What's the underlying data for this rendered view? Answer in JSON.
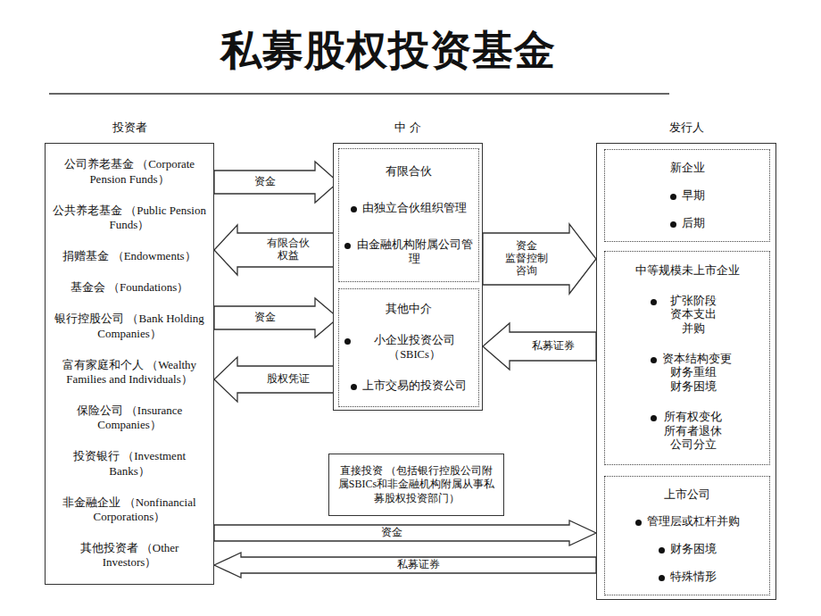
{
  "diagram": {
    "title": "私募股权投资基金",
    "nodes": [
      {
        "text": [
          "投资者",
          "公司养老基金 （Corporate Pension Funds）",
          "公共养老基金 （Public Pension Funds）",
          "捐赠基金 （Endowments）",
          "基金会 （Foundations）",
          "银行控股公司 （Bank Holding Companies）",
          "富有家庭和个人 （Wealthy Families and Individuals）",
          "保险公司 （Insurance Companies）",
          "投资银行 （Investment Banks）",
          "非金融企业 （Nonfinancial Corporations）",
          "其他投资者 （Other Investors）"
        ]
      },
      {
        "text": [
          "中 介"
        ]
      },
      {
        "text": [
          "有限合伙",
          "由独立合伙组织管理",
          "由金融机构附属公司管理"
        ],
        "in": 1
      },
      {
        "text": [
          "其他中介",
          "小企业投资公司 （SBICs）",
          "上市交易的投资公司"
        ],
        "in": 1
      },
      {
        "text": [
          "发行人"
        ]
      },
      {
        "text": [
          "新企业",
          "早期",
          "后期"
        ],
        "in": 4
      },
      {
        "text": [
          "中等规模未上市企业",
          "扩张阶段 资本支出 并购",
          "资本结构变更 财务重组 财务困境",
          "所有权变化 所有者退休 公司分立"
        ],
        "in": 4
      },
      {
        "text": [
          "上市公司",
          "管理层或杠杆并购",
          "财务困境",
          "特殊情形"
        ],
        "in": 4
      },
      {
        "text": [
          "直接投资 （包括银行控股公司附属SBICs和非金融机构附属从事私募股权投资部门）"
        ]
      }
    ],
    "edges": [
      {
        "from": 0,
        "to": 2,
        "arrow": "to",
        "label": "资金"
      },
      {
        "from": 2,
        "to": 0,
        "arrow": "to",
        "label": "有限合伙 权益"
      },
      {
        "from": 0,
        "to": 3,
        "arrow": "to",
        "label": "资金"
      },
      {
        "from": 3,
        "to": 0,
        "arrow": "to",
        "label": "股权凭证"
      },
      {
        "from": 1,
        "to": 4,
        "arrow": "to",
        "label": "资金 监督控制 咨询"
      },
      {
        "from": 4,
        "to": 1,
        "arrow": "to",
        "label": "私募证券"
      },
      {
        "from": 0,
        "to": 4,
        "arrow": "to",
        "label": "资金"
      },
      {
        "from": 4,
        "to": 0,
        "arrow": "to",
        "label": "私募证券"
      }
    ]
  }
}
